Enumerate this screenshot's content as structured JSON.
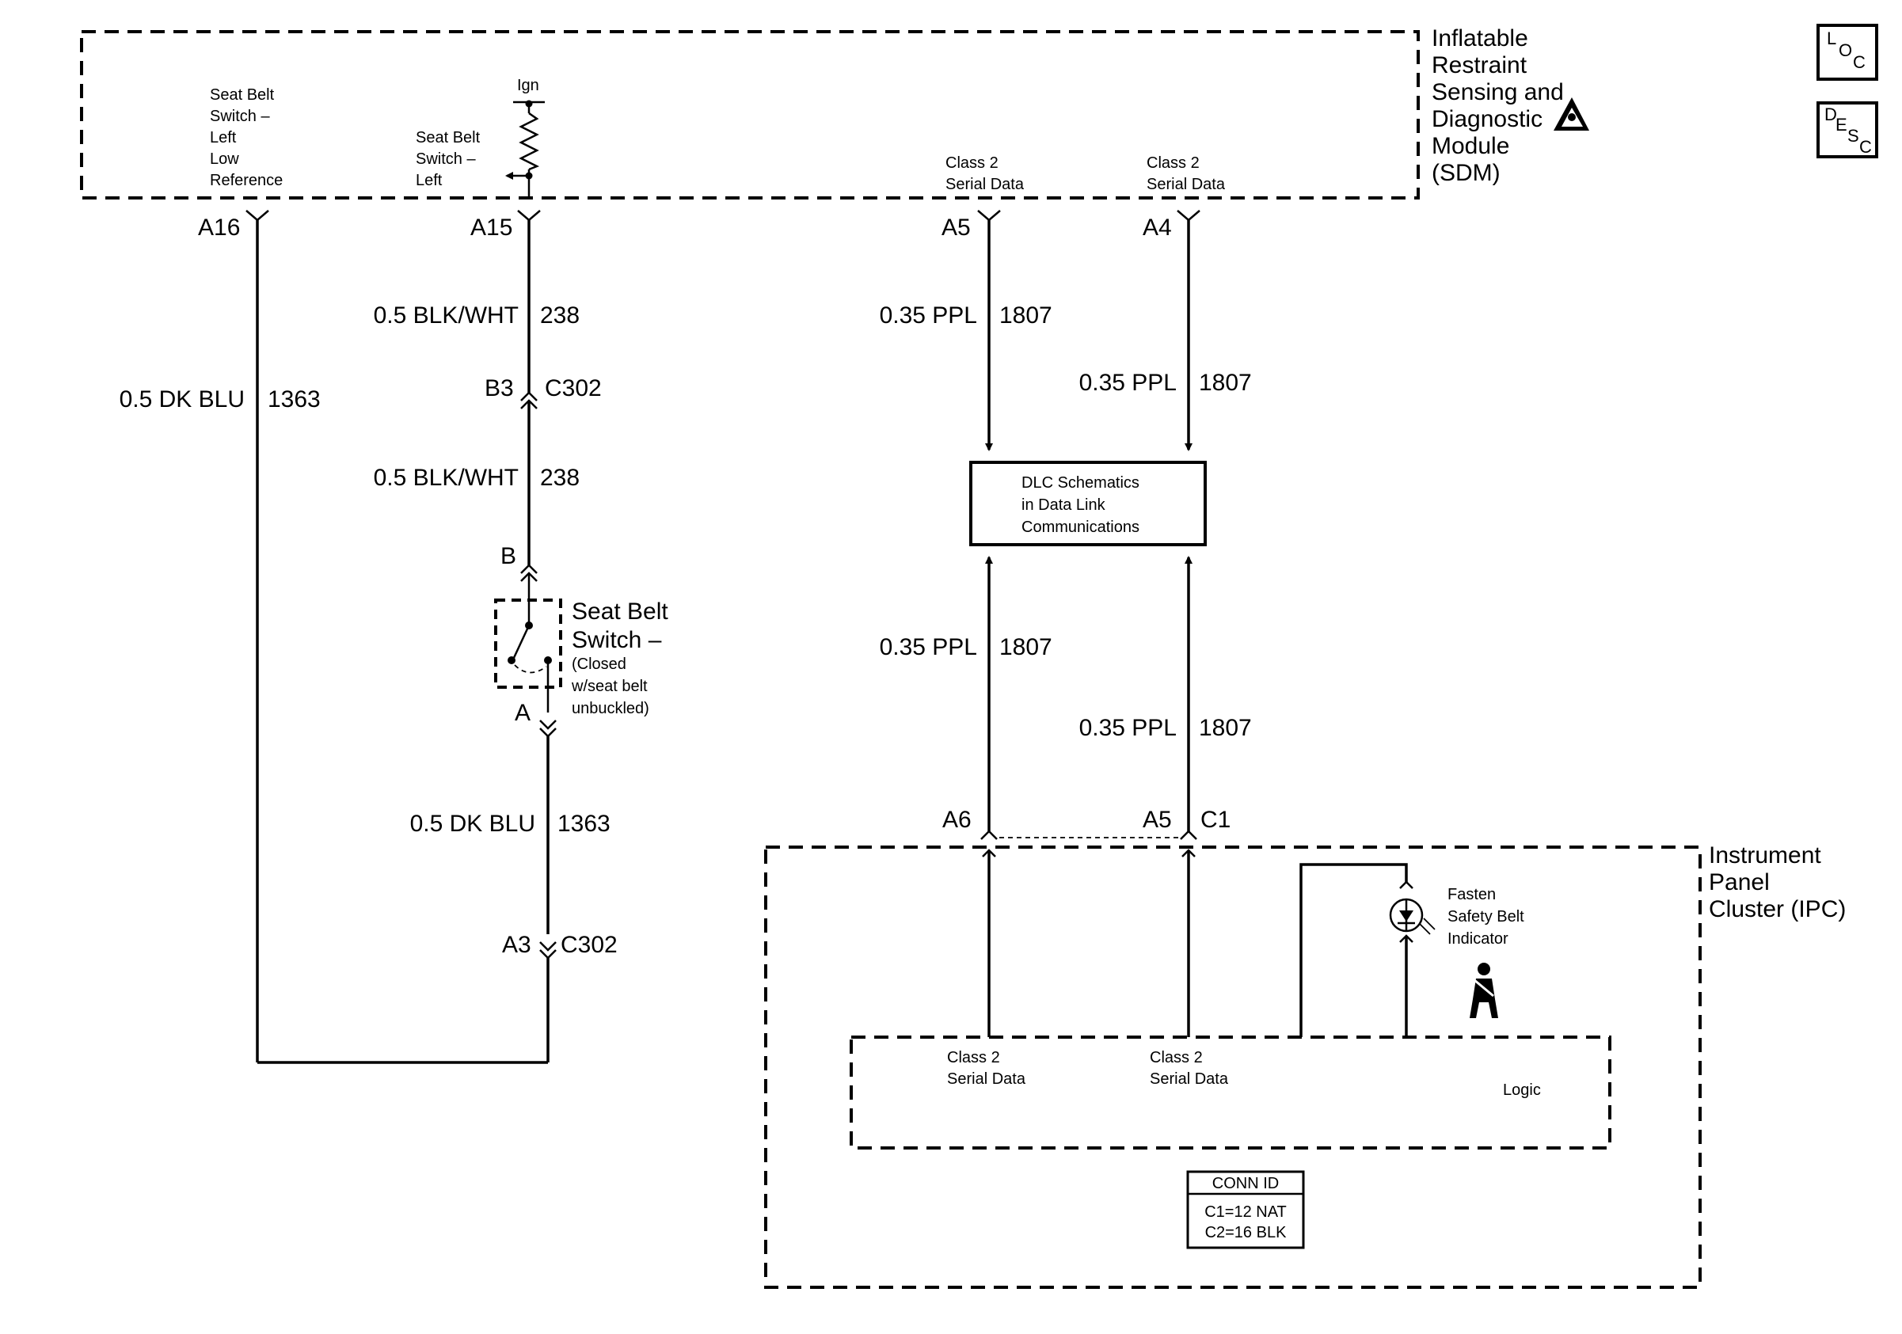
{
  "sdm": {
    "title": [
      "Inflatable",
      "Restraint",
      "Sensing and",
      "Diagnostic",
      "Module",
      "(SDM)"
    ],
    "pins": {
      "switch_low_ref": [
        "Seat Belt",
        "Switch –",
        "Left",
        "Low",
        "Reference"
      ],
      "ign": "Ign",
      "switch_left": [
        "Seat Belt",
        "Switch –",
        "Left"
      ],
      "a5_serial": [
        "Class 2",
        "Serial Data"
      ],
      "a4_serial": [
        "Class 2",
        "Serial Data"
      ]
    },
    "terminals": {
      "a16": "A16",
      "a15": "A15",
      "a5": "A5",
      "a4": "A4"
    }
  },
  "wires": {
    "w1363_upper": {
      "gauge": "0.5 DK BLU",
      "circuit": "1363"
    },
    "w238_upper": {
      "gauge": "0.5 BLK/WHT",
      "circuit": "238"
    },
    "w238_lower": {
      "gauge": "0.5 BLK/WHT",
      "circuit": "238"
    },
    "w1363_lower": {
      "gauge": "0.5 DK BLU",
      "circuit": "1363"
    },
    "w1807_a": {
      "gauge": "0.35 PPL",
      "circuit": "1807"
    },
    "w1807_b": {
      "gauge": "0.35 PPL",
      "circuit": "1807"
    },
    "w1807_c": {
      "gauge": "0.35 PPL",
      "circuit": "1807"
    },
    "w1807_d": {
      "gauge": "0.35 PPL",
      "circuit": "1807"
    }
  },
  "connectors": {
    "b3": "B3",
    "c302_top": "C302",
    "b": "B",
    "a": "A",
    "a3": "A3",
    "c302_bottom": "C302",
    "a6": "A6",
    "a5": "A5",
    "c1": "C1"
  },
  "seat_belt_switch": {
    "title": [
      "Seat Belt",
      "Switch –"
    ],
    "note": [
      "(Closed",
      "w/seat belt",
      "unbuckled)"
    ]
  },
  "dlc": {
    "lines": [
      "DLC Schematics",
      "in Data Link",
      "Communications"
    ]
  },
  "ipc": {
    "title": [
      "Instrument",
      "Panel",
      "Cluster (IPC)"
    ],
    "serial_left": [
      "Class 2",
      "Serial Data"
    ],
    "serial_right": [
      "Class 2",
      "Serial Data"
    ],
    "logic": "Logic",
    "indicator": [
      "Fasten",
      "Safety Belt",
      "Indicator"
    ]
  },
  "conn_id": {
    "header": "CONN ID",
    "rows": [
      "C1=12 NAT",
      "C2=16 BLK"
    ]
  },
  "badges": {
    "loc": {
      "letters": [
        "L",
        "O",
        "C"
      ],
      "icon": "location-badge-icon"
    },
    "desc": {
      "letters": [
        "D",
        "E",
        "S",
        "C"
      ],
      "icon": "description-badge-icon"
    }
  },
  "icons": {
    "airbag_warning": "airbag-warning-icon",
    "seat_belt": "seat-belt-person-icon"
  }
}
